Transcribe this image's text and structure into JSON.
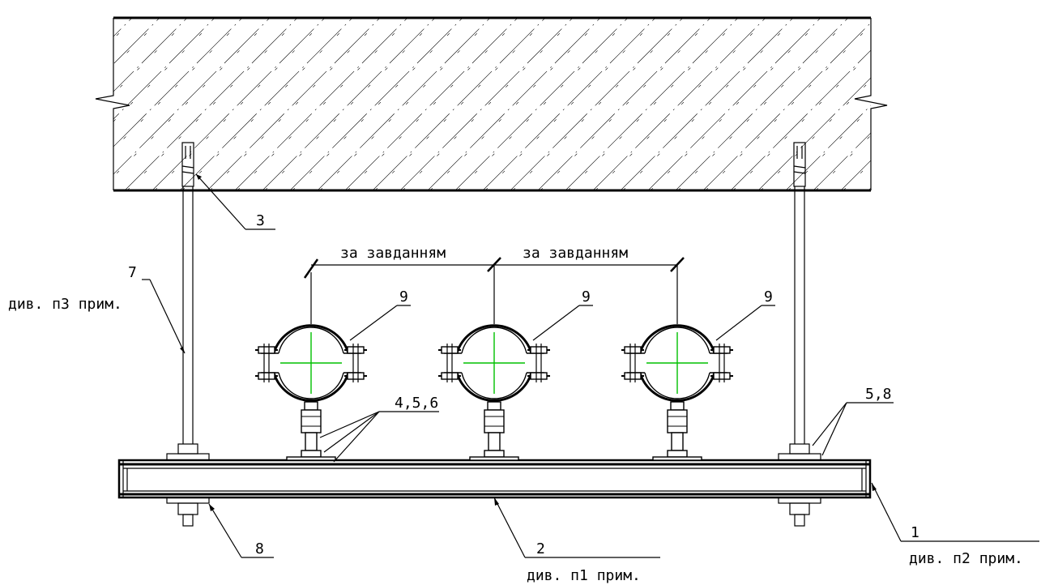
{
  "colors": {
    "line": "#000000",
    "centerline": "#00c000",
    "background": "#ffffff"
  },
  "labels": {
    "clamp_spacing_1": "за завданням",
    "clamp_spacing_2": "за завданням",
    "clamp_left": "9",
    "clamp_mid": "9",
    "clamp_right": "9",
    "rod_left": "7",
    "rod_left_note": "див. п3 прим.",
    "anchor": "3",
    "clamp_fasteners": "4,5,6",
    "right_fasteners": "5,8",
    "channel_end": "1",
    "channel_end_note": "див. п2 прим.",
    "channel": "2",
    "channel_note": "див. п1 прим.",
    "bottom_nut": "8"
  }
}
